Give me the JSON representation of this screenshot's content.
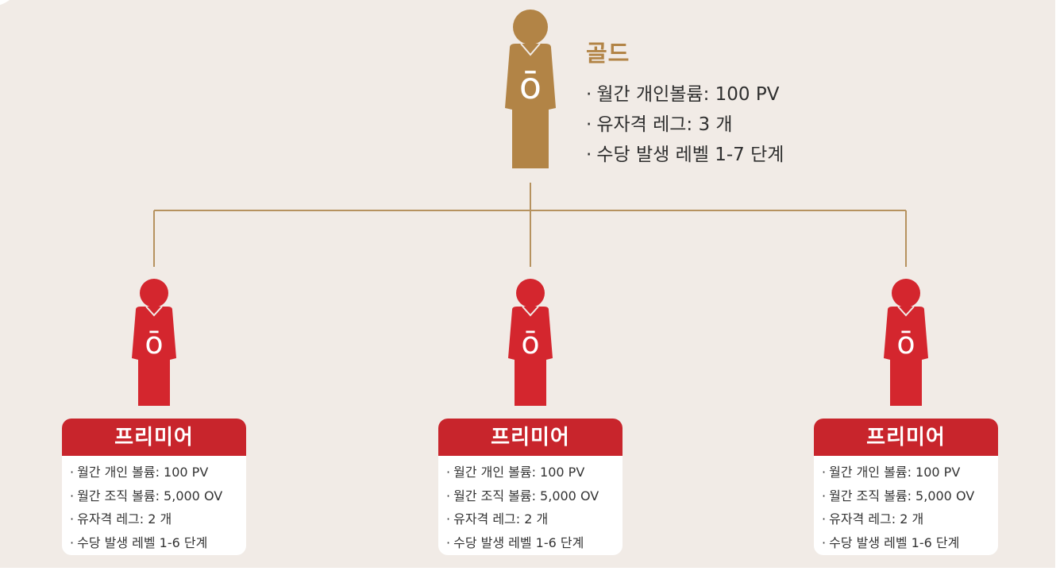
{
  "colors": {
    "background": "#f1ebe6",
    "gold": "#b28446",
    "gold_line": "#b6925f",
    "red": "#c8252c",
    "text": "#2f2f2f"
  },
  "icons": {
    "gold_figure": "person-icon",
    "red_figure": "person-icon",
    "logo_mark": "ō"
  },
  "gold": {
    "title": "골드",
    "bullet": "·",
    "items": [
      "월간 개인볼륨: 100 PV",
      "유자격 레그: 3 개",
      "수당 발생 레벨 1-7 단계"
    ]
  },
  "premier_cards": [
    {
      "title": "프리미어",
      "items": [
        "월간 개인 볼륨: 100 PV",
        "월간 조직 볼륨: 5,000 OV",
        "유자격 레그: 2 개",
        "수당 발생 레벨 1-6 단계"
      ]
    },
    {
      "title": "프리미어",
      "items": [
        "월간 개인 볼륨: 100 PV",
        "월간 조직 볼륨: 5,000 OV",
        "유자격 레그: 2 개",
        "수당 발생 레벨 1-6 단계"
      ]
    },
    {
      "title": "프리미어",
      "items": [
        "월간 개인 볼륨: 100 PV",
        "월간 조직 볼륨: 5,000 OV",
        "유자격 레그: 2 개",
        "수당 발생 레벨 1-6 단계"
      ]
    }
  ]
}
